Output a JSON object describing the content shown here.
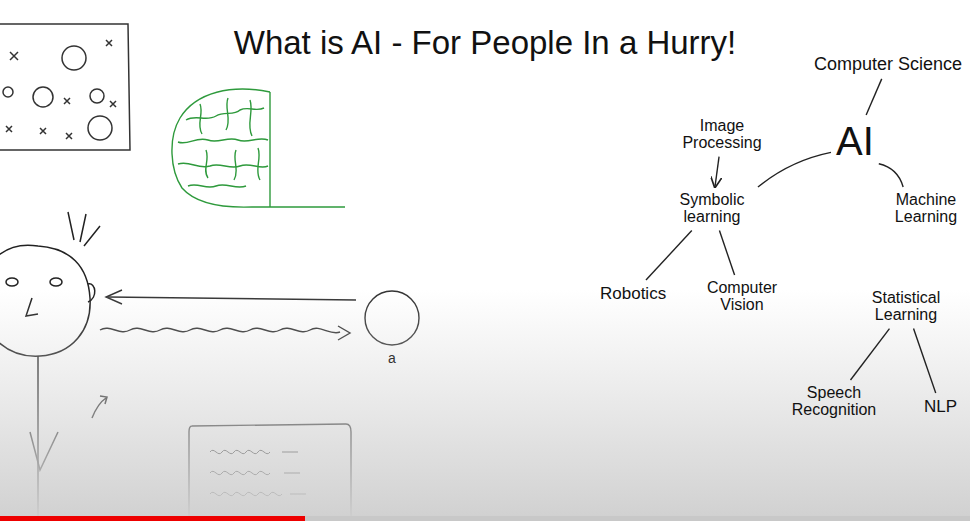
{
  "diagram": {
    "title": "What is AI - For People In a Hurry!",
    "nodes": [
      {
        "text": [
          "Computer Science"
        ]
      },
      {
        "text": [
          "Image Processing"
        ]
      },
      {
        "text": [
          "AI"
        ]
      },
      {
        "text": [
          "Symbolic learning"
        ]
      },
      {
        "text": [
          "Machine Learning"
        ]
      },
      {
        "text": [
          "Robotics"
        ]
      },
      {
        "text": [
          "Computer Vision"
        ]
      },
      {
        "text": [
          "Statistical Learning"
        ]
      },
      {
        "text": [
          "Speech Recognition"
        ]
      },
      {
        "text": [
          "NLP"
        ]
      }
    ],
    "edges": [
      {
        "from": 2,
        "to": 0,
        "arrow": "none"
      },
      {
        "from": 1,
        "to": 3,
        "arrow": "to"
      },
      {
        "from": 2,
        "to": 3,
        "arrow": "none"
      },
      {
        "from": 2,
        "to": 4,
        "arrow": "none"
      },
      {
        "from": 3,
        "to": 5,
        "arrow": "none"
      },
      {
        "from": 3,
        "to": 6,
        "arrow": "none"
      },
      {
        "from": 7,
        "to": 8,
        "arrow": "none"
      },
      {
        "from": 7,
        "to": 9,
        "arrow": "none"
      }
    ],
    "labels": [
      "a"
    ]
  }
}
